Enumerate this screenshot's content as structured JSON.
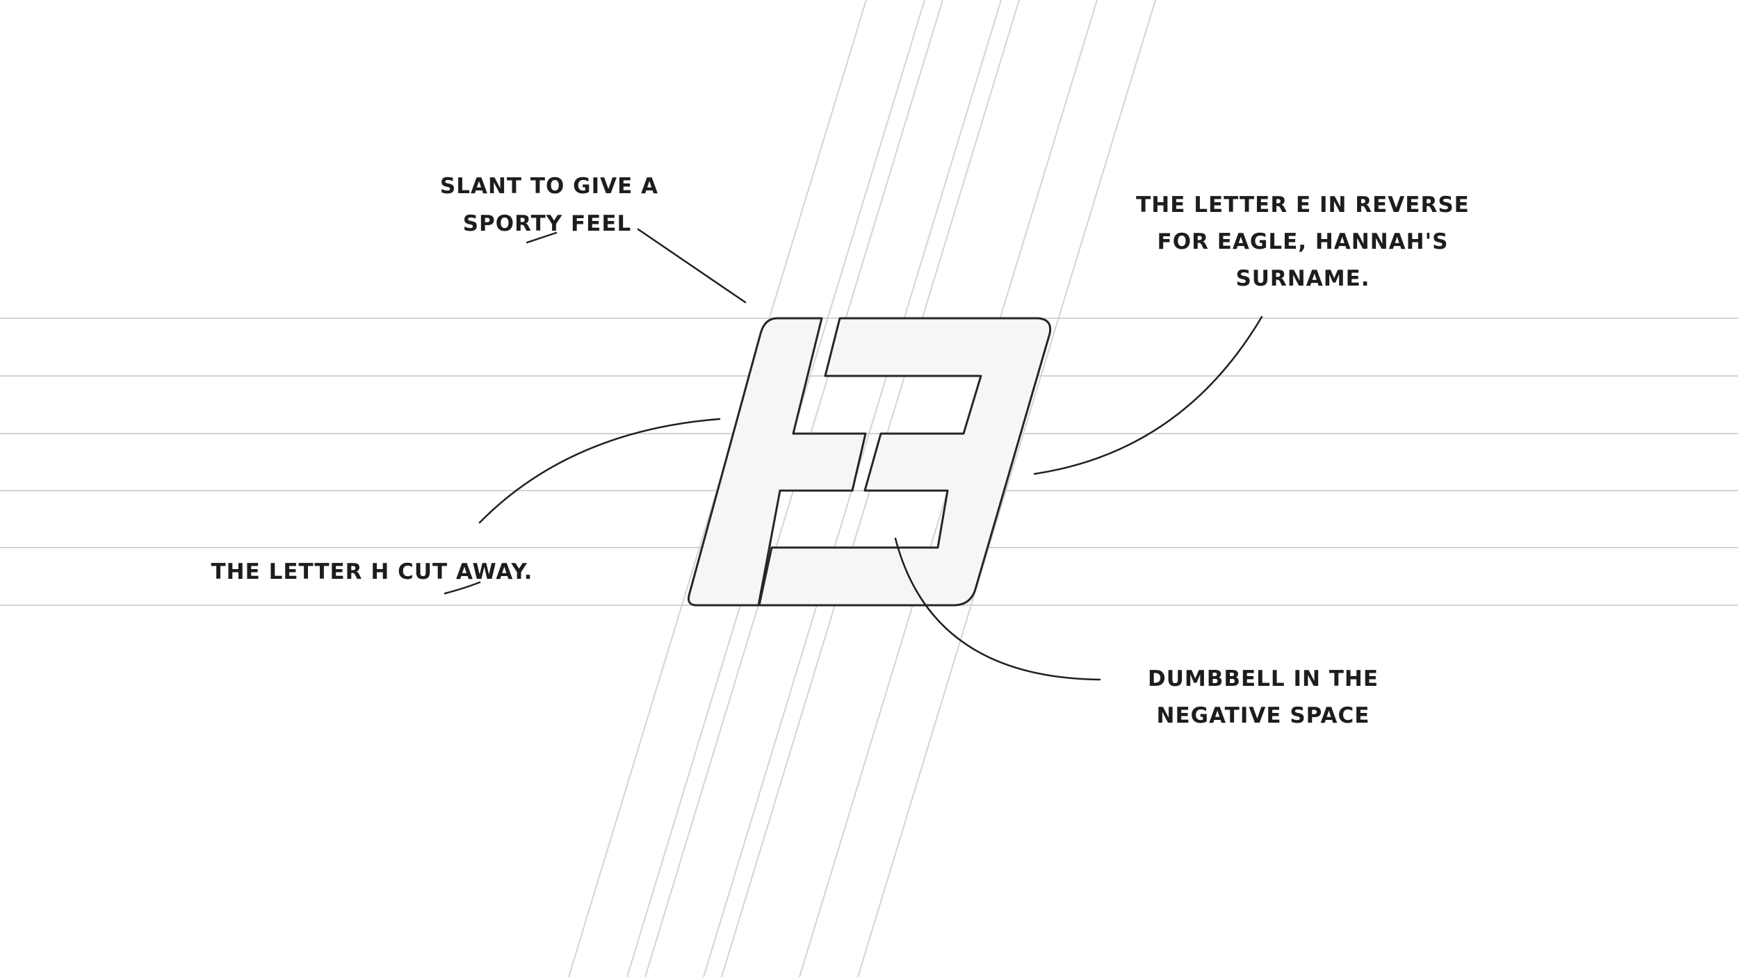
{
  "annotations": {
    "slant": {
      "line1": "SLANT TO GIVE A",
      "line2": "SPORTY FEEL"
    },
    "reverse_e": {
      "line1": "THE LETTER E IN REVERSE",
      "line2": "FOR EAGLE, HANNAH'S",
      "line3": "SURNAME."
    },
    "letter_h": {
      "line1": "THE LETTER H CUT AWAY."
    },
    "dumbbell": {
      "line1": "DUMBBELL IN THE",
      "line2": "NEGATIVE SPACE"
    }
  },
  "colors": {
    "background": "#ffffff",
    "guide_line": "#d2d2d2",
    "logo_fill": "#f6f6f8",
    "ink": "#1d1d1d"
  }
}
